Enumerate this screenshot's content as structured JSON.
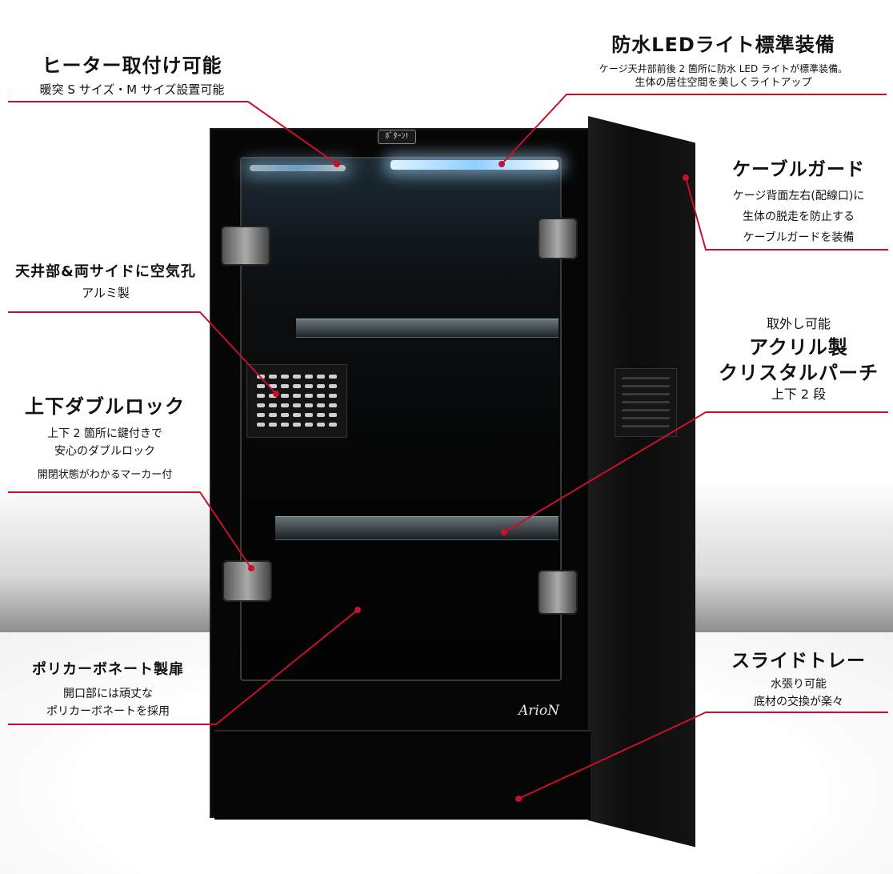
{
  "product": {
    "brand": "ArioN",
    "badge": "ﾎﾞﾀｰﾝ!"
  },
  "features": {
    "heater": {
      "title": "ヒーター取付け可能",
      "desc": "暖突 S サイズ・M サイズ設置可能"
    },
    "led": {
      "title": "防水LEDライト標準装備",
      "desc1": "ケージ天井部前後 2 箇所に防水 LED ライトが標準装備。",
      "desc2": "生体の居住空間を美しくライトアップ"
    },
    "cable_guard": {
      "title": "ケーブルガード",
      "desc1": "ケージ背面左右(配線口)に",
      "desc2": "生体の脱走を防止する",
      "desc3": "ケーブルガードを装備"
    },
    "vents": {
      "title": "天井部&両サイドに空気孔",
      "desc": "アルミ製"
    },
    "shelf": {
      "pre": "取外し可能",
      "title1": "アクリル製",
      "title2": "クリスタルパーチ",
      "desc": "上下 2 段"
    },
    "double_lock": {
      "title": "上下ダブルロック",
      "desc1": "上下 2 箇所に鍵付きで",
      "desc2": "安心のダブルロック",
      "desc3": "開閉状態がわかるマーカー付"
    },
    "door": {
      "title": "ポリカーボネート製扉",
      "desc1": "開口部には頑丈な",
      "desc2": "ポリカーボネートを採用"
    },
    "tray": {
      "title": "スライドトレー",
      "desc1": "水張り可能",
      "desc2": "底材の交換が楽々"
    }
  },
  "colors": {
    "callout_line": "#c8102e",
    "cabinet": "#060606"
  }
}
